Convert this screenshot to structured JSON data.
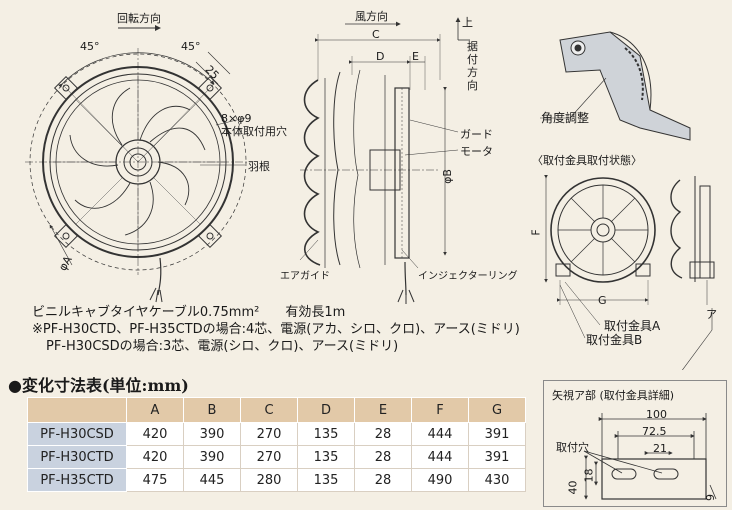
{
  "labels": {
    "rotation": "回転方向",
    "angle_left": "45°",
    "angle_right": "45°",
    "dim_25": "25",
    "holes": "8×φ9",
    "holes_note": "本体取付用穴",
    "blade": "羽根",
    "phi_a": "φA",
    "wind_dir": "風方向",
    "dim_c": "C",
    "dim_d": "D",
    "dim_e": "E",
    "up": "上",
    "install_dir": [
      "据",
      "付",
      "方",
      "向"
    ],
    "guard": "ガード",
    "motor": "モータ",
    "phi_b": "φB",
    "air_guide": "エアガイド",
    "injector_ring": "インジェクターリング",
    "angle_adjust": "角度調整",
    "bracket_state": "〈取付金具取付状態〉",
    "dim_f": "F",
    "dim_g": "G",
    "bracket_a": "取付金具A",
    "bracket_b": "取付金具B",
    "arrow_a": "ア"
  },
  "notes": {
    "cable": "ビニルキャブタイヤケーブル0.75mm²　　有効長1m",
    "line1": "※PF-H30CTD、PF-H35CTDの場合:4芯、電源(アカ、シロ、クロ)、アース(ミドリ)",
    "line2": "PF-H30CSDの場合:3芯、電源(シロ、クロ)、アース(ミドリ)"
  },
  "table": {
    "title": "●変化寸法表(単位:mm)",
    "columns": [
      "A",
      "B",
      "C",
      "D",
      "E",
      "F",
      "G"
    ],
    "rows": [
      {
        "model": "PF-H30CSD",
        "values": [
          "420",
          "390",
          "270",
          "135",
          "28",
          "444",
          "391"
        ]
      },
      {
        "model": "PF-H30CTD",
        "values": [
          "420",
          "390",
          "270",
          "135",
          "28",
          "444",
          "391"
        ]
      },
      {
        "model": "PF-H35CTD",
        "values": [
          "475",
          "445",
          "280",
          "135",
          "28",
          "490",
          "430"
        ]
      }
    ]
  },
  "detail": {
    "title": "矢視ア部 (取付金具詳細)",
    "d100": "100",
    "d72_5": "72.5",
    "d21": "21",
    "hole": "取付穴",
    "d40": "40",
    "d18": "18",
    "d9": "9"
  }
}
